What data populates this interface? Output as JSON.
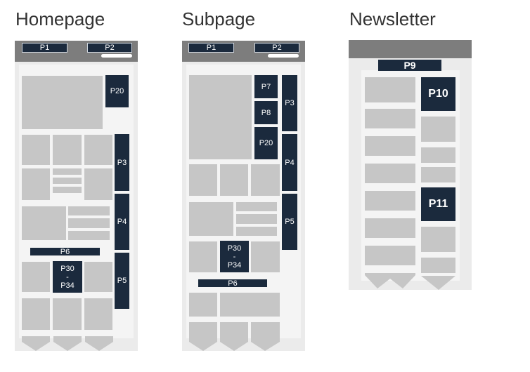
{
  "titles": {
    "homepage": "Homepage",
    "subpage": "Subpage",
    "newsletter": "Newsletter"
  },
  "homepage": {
    "p1": "P1",
    "p2": "P2",
    "p20": "P20",
    "p3": "P3",
    "p4": "P4",
    "p5": "P5",
    "p6": "P6",
    "p30": "P30",
    "dash": "-",
    "p34": "P34"
  },
  "subpage": {
    "p1": "P1",
    "p2": "P2",
    "p7": "P7",
    "p8": "P8",
    "p20": "P20",
    "p3": "P3",
    "p4": "P4",
    "p5": "P5",
    "p6": "P6",
    "p30": "P30",
    "dash": "-",
    "p34": "P34"
  },
  "newsletter": {
    "p9": "P9",
    "p10": "P10",
    "p11": "P11"
  },
  "colors": {
    "position_block": "#1b2a3d",
    "placeholder": "#c6c6c6",
    "header": "#7d7d7d",
    "frame": "#ebebeb"
  }
}
